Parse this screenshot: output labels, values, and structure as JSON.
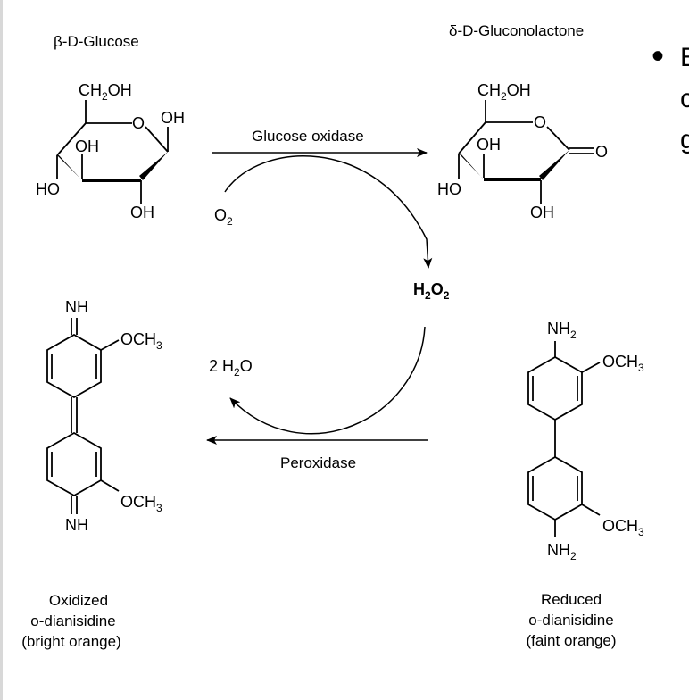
{
  "compounds": {
    "glucose_name": "β-D-Glucose",
    "gluconolactone_name": "δ-D-Gluconolactone",
    "oxidized_caption": [
      "Oxidized",
      "o-dianisidine",
      "(bright orange)"
    ],
    "reduced_caption": [
      "Reduced",
      "o-dianisidine",
      "(faint orange)"
    ]
  },
  "reactions": {
    "enzyme_top": "Glucose oxidase",
    "enzyme_bottom": "Peroxidase",
    "o2": "O",
    "o2_sub": "2",
    "h2o2_main": "H",
    "h2o2_sub1": "2",
    "h2o2_o": "O",
    "h2o2_sub2": "2",
    "water_coef": "2 H",
    "water_sub": "2",
    "water_o": "O"
  },
  "atoms": {
    "ch": "CH",
    "two": "2",
    "oh": "OH",
    "o": "O",
    "ho": "HO",
    "nh": "NH",
    "och": "OCH",
    "three": "3"
  },
  "slide_bullet": {
    "marker": "•",
    "fragments": [
      "E",
      "c",
      "g"
    ]
  }
}
